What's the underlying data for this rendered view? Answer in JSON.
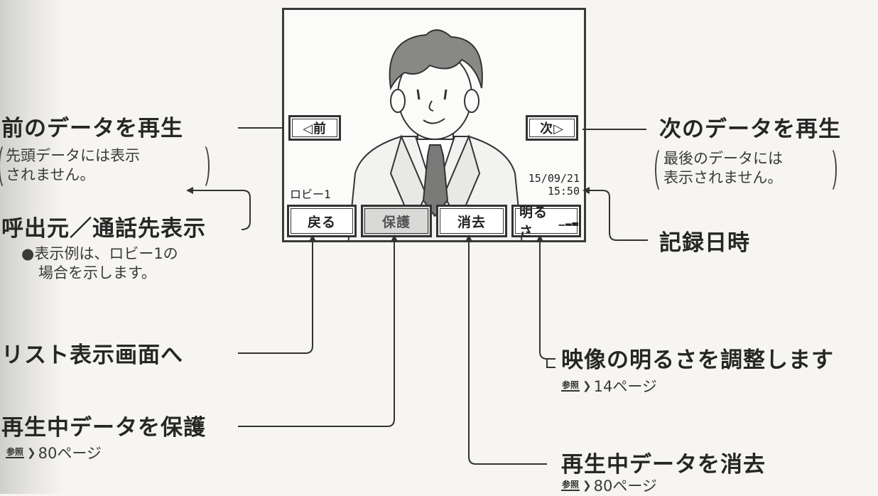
{
  "screen": {
    "prev_button": "◁前",
    "next_button": "次▷",
    "caller": "ロビー1",
    "date": "15/09/21",
    "time": "15:50",
    "buttons": {
      "back": "戻る",
      "protect": "保護",
      "delete": "消去",
      "brightness": "明るさ"
    }
  },
  "callouts": {
    "prev": {
      "title": "前のデータを再生",
      "note_line1": "先頭データには表示",
      "note_line2": "されません。"
    },
    "next": {
      "title": "次のデータを再生",
      "note_line1": "最後のデータには",
      "note_line2": "表示されません。"
    },
    "caller": {
      "title": "呼出元／通話先表示",
      "note_line1": "●表示例は、ロビー1の",
      "note_line2": "場合を示します。"
    },
    "datetime": {
      "title": "記録日時"
    },
    "list": {
      "title": "リスト表示画面へ"
    },
    "protect": {
      "title": "再生中データを保護",
      "ref_badge": "参照",
      "ref_text": "80ページ"
    },
    "brightness": {
      "title": "映像の明るさを調整します",
      "ref_badge": "参照",
      "ref_text": "14ページ"
    },
    "delete": {
      "title": "再生中データを消去",
      "ref_badge": "参照",
      "ref_text": "80ページ"
    }
  }
}
